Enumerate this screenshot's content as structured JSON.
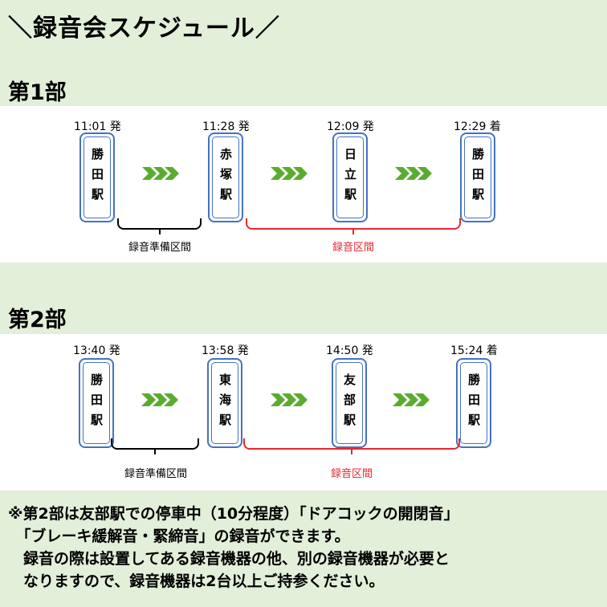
{
  "title": "＼録音会スケジュール／",
  "parts": [
    {
      "title": "第1部",
      "stations": [
        {
          "time": "11:01 発",
          "name": "勝田駅"
        },
        {
          "time": "11:28 発",
          "name": "赤塚駅"
        },
        {
          "time": "12:09 発",
          "name": "日立駅"
        },
        {
          "time": "12:29 着",
          "name": "勝田駅"
        }
      ],
      "prep_label": "録音準備区間",
      "rec_label": "録音区間"
    },
    {
      "title": "第2部",
      "stations": [
        {
          "time": "13:40 発",
          "name": "勝田駅"
        },
        {
          "time": "13:58 発",
          "name": "東海駅"
        },
        {
          "time": "14:50 発",
          "name": "友部駅"
        },
        {
          "time": "15:24 着",
          "name": "勝田駅"
        }
      ],
      "prep_label": "録音準備区間",
      "rec_label": "録音区間"
    }
  ],
  "notes": [
    "※第2部は友部駅での停車中（10分程度）「ドアコックの開閉音」",
    "　「ブレーキ緩解音・緊締音」の録音ができます。",
    "　録音の際は設置してある録音機器の他、別の録音機器が必要と",
    "　なりますので、録音機器は2台以上ご持参ください。"
  ],
  "colors": {
    "background": "#e2efd9",
    "station_border": "#4472c4",
    "arrow": "#5aac2f",
    "recording_bracket": "#e8262f"
  }
}
